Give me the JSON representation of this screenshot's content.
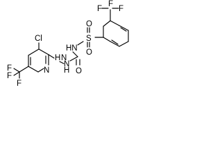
{
  "structure": {
    "atoms": {
      "f_top_1": "F",
      "f_top_2": "F",
      "f_top_3": "F",
      "sulfur": "S",
      "oxygen_sulfonyl_1": "O",
      "oxygen_sulfonyl_2": "O",
      "nh_sulfonamide": "HN",
      "chlorine": "Cl",
      "nh_hydrazine_1": "H",
      "n_hydrazine_1": "N",
      "n_hydrazine_2": "N",
      "h_hydrazine_2": "H",
      "oxygen_carbonyl": "O",
      "n_pyridine": "N",
      "f_bottom_1": "F",
      "f_bottom_2": "F",
      "f_bottom_3": "F"
    }
  }
}
